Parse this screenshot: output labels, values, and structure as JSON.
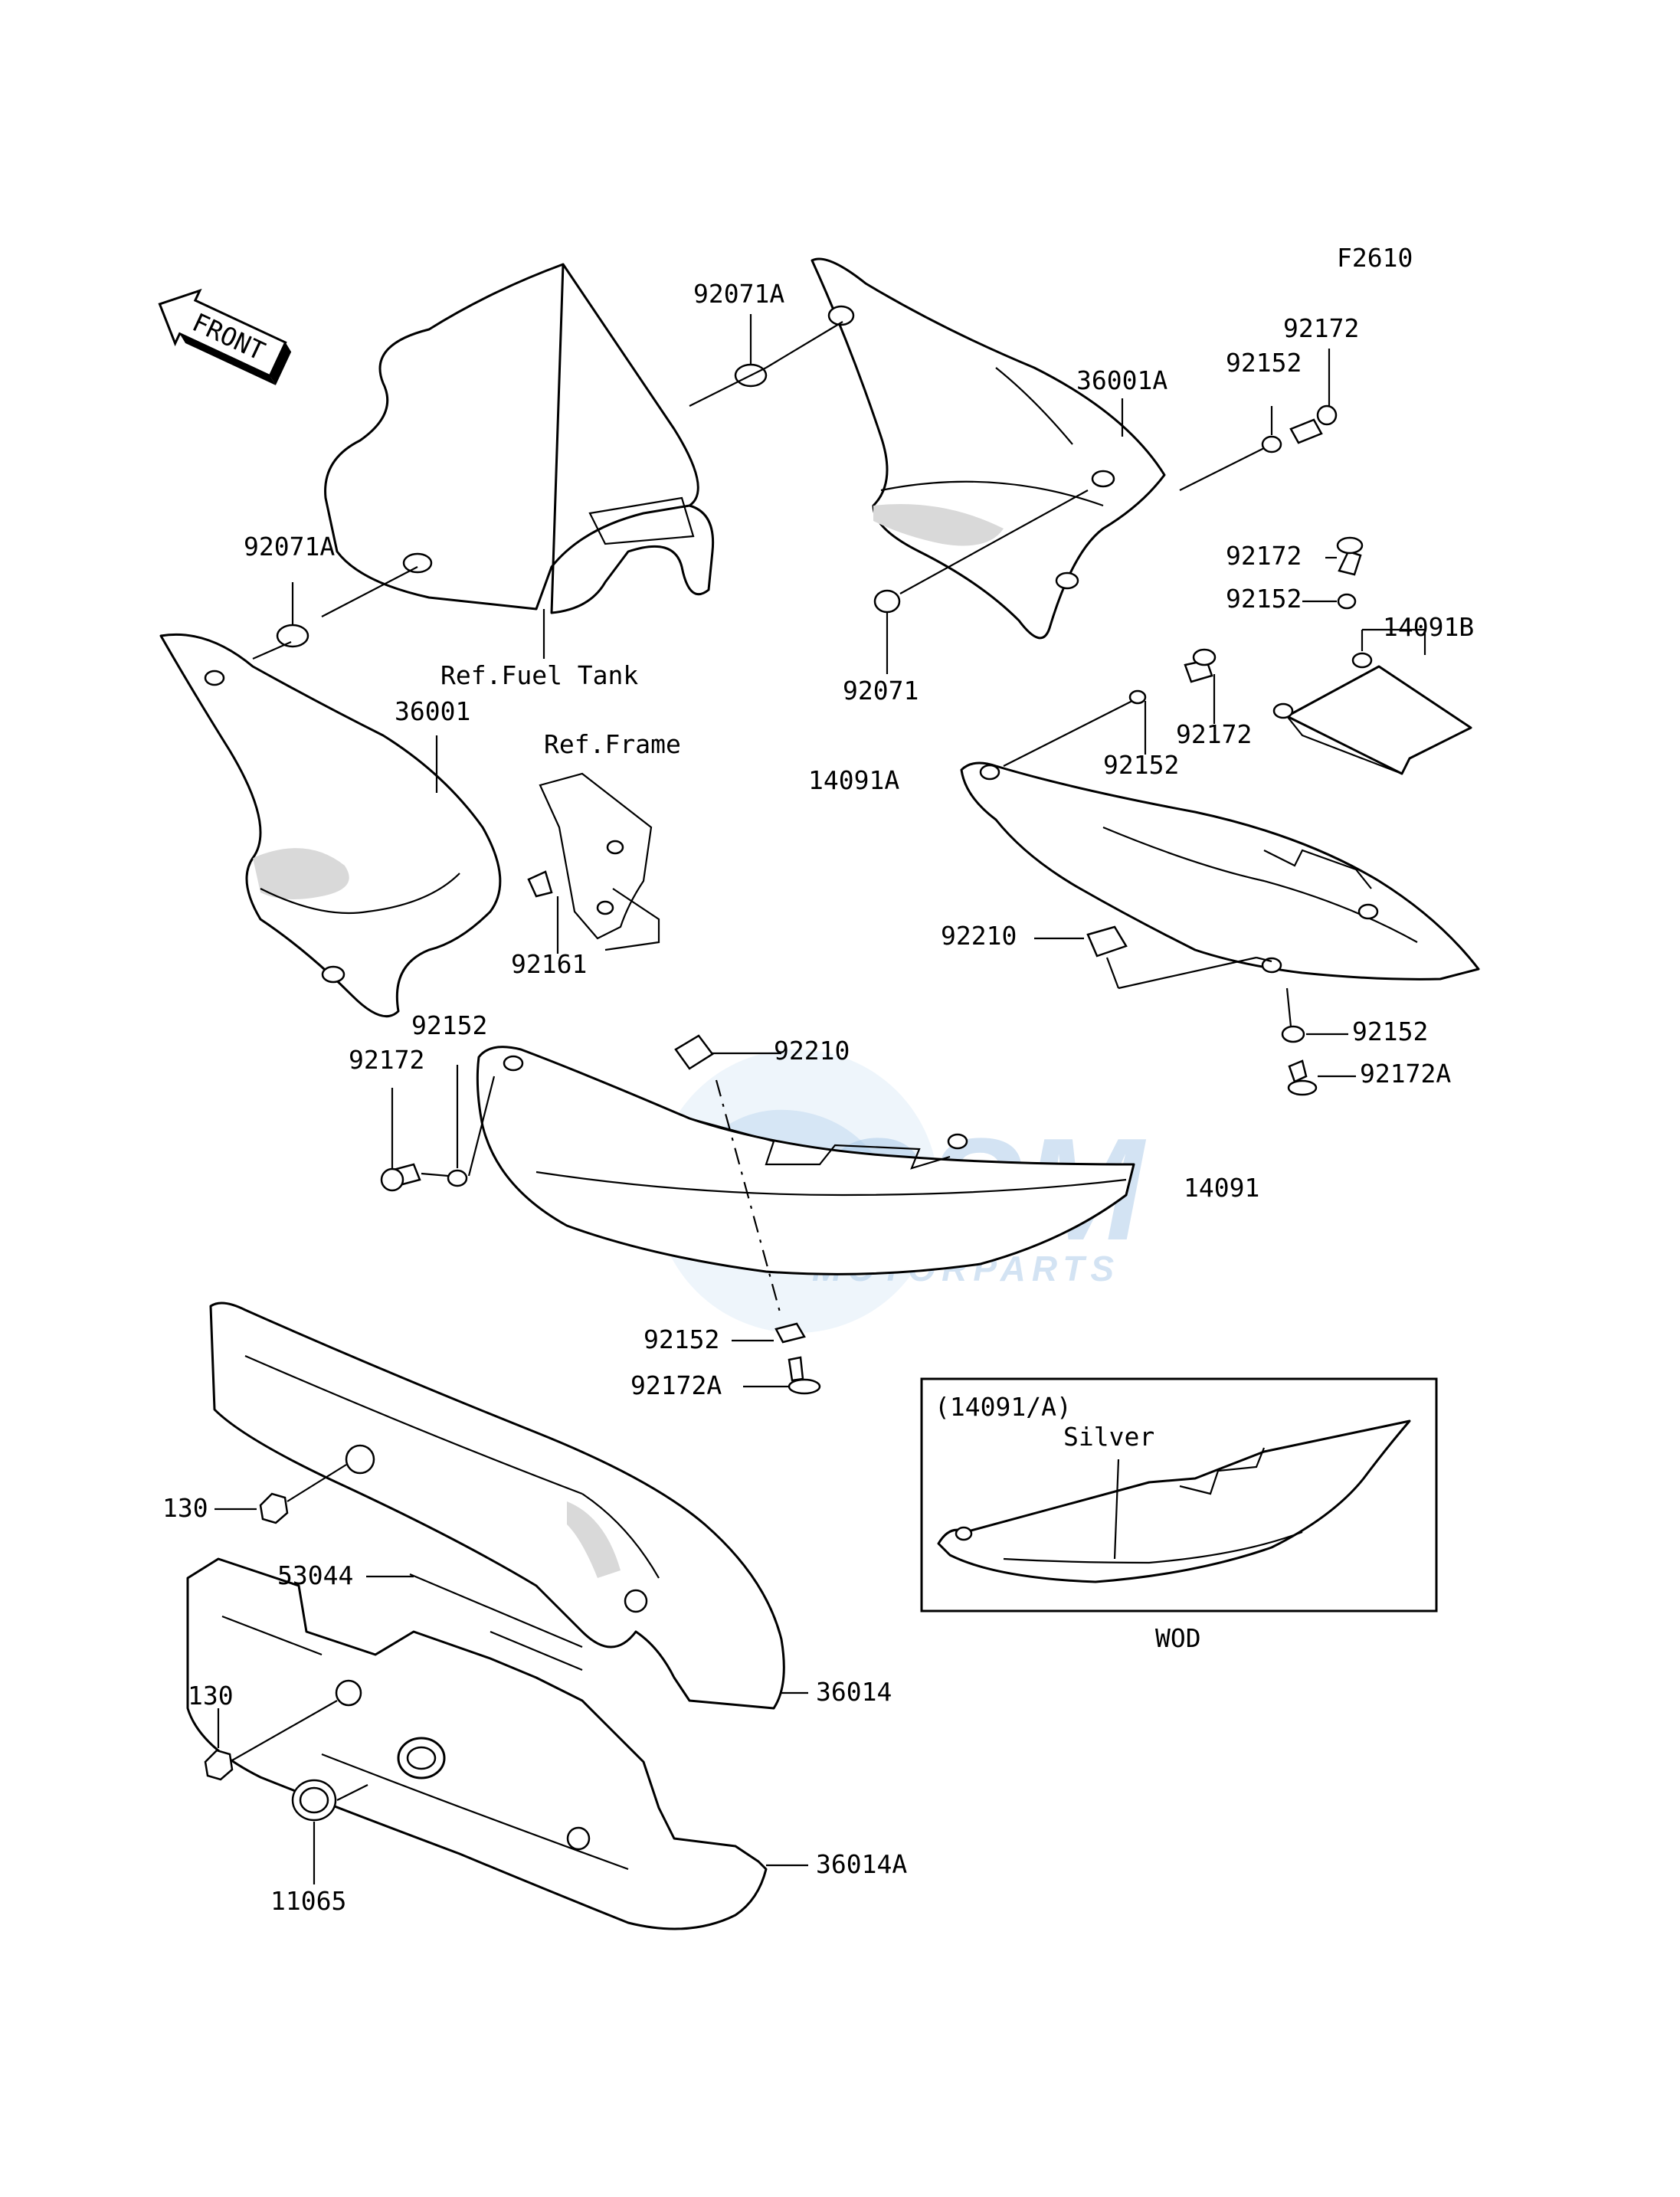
{
  "figure_code": "F2610",
  "front_label": "FRONT",
  "watermark": {
    "brand": "OSM",
    "sub": "MOTORPARTS"
  },
  "refs": {
    "fuel_tank": "Ref.Fuel Tank",
    "frame": "Ref.Frame"
  },
  "callouts": {
    "c92071A_top": "92071A",
    "c36001A": "36001A",
    "c92172_tr": "92172",
    "c92152_tr": "92152",
    "c92071A_left": "92071A",
    "c92071": "92071",
    "c92172_mr": "92172",
    "c92152_mr": "92152",
    "c14091B": "14091B",
    "c36001": "36001",
    "c92172_sm": "92172",
    "c92152_sm": "92152",
    "c14091A": "14091A",
    "c92210_r": "92210",
    "c92152_r": "92152",
    "c92172A_r": "92172A",
    "c92161": "92161",
    "c92152_ml": "92152",
    "c92172_ml": "92172",
    "c92210_m": "92210",
    "c14091": "14091",
    "c92152_b": "92152",
    "c92172A_b": "92172A",
    "c130_top": "130",
    "c53044": "53044",
    "c36014": "36014",
    "c130_bot": "130",
    "c36014A": "36014A",
    "c11065": "11065"
  },
  "inset": {
    "ref": "(14091/A)",
    "color_note": "Silver",
    "caption": "WOD"
  }
}
